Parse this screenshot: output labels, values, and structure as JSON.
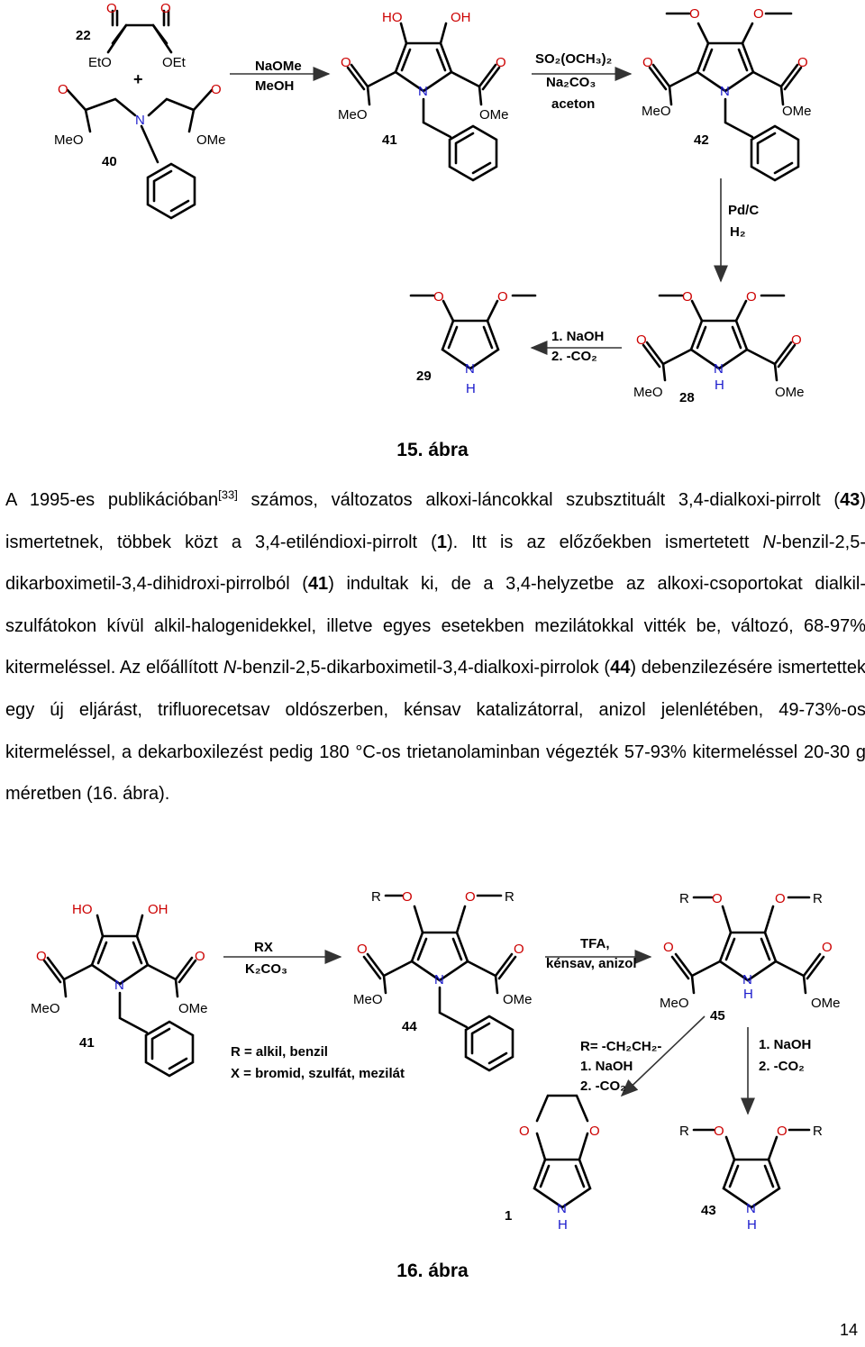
{
  "scheme15": {
    "caption": "15. ábra",
    "compounds": {
      "c22": "22",
      "c40": "40",
      "c41": "41",
      "c42": "42",
      "c28": "28",
      "c29": "29"
    },
    "atoms": {
      "O": "O",
      "N": "N",
      "H": "H",
      "HO": "HO",
      "OH": "OH",
      "MeO": "MeO",
      "OMe": "OMe",
      "EtO": "EtO",
      "OEt": "OEt",
      "plus": "+"
    },
    "reagents": {
      "step1_line1": "NaOMe",
      "step1_line2": "MeOH",
      "step2_line1": "SO₂(OCH₃)₂",
      "step2_line2": "Na₂CO₃",
      "step2_line3": "aceton",
      "step3_line1": "Pd/C",
      "step3_line2": "H₂",
      "step4_line1": "1. NaOH",
      "step4_line2": "2. -CO₂"
    }
  },
  "paragraph": {
    "p1": "A 1995-es publikációban",
    "ref": "[33]",
    "p2": " számos, változatos alkoxi-láncokkal szubsztituált 3,4-dialkoxi-pirrolt (",
    "b43": "43",
    "p3": ") ismertetnek, többek közt a 3,4-etiléndioxi-pirrolt (",
    "b1": "1",
    "p4": "). Itt is az előzőekben ismertetett ",
    "i1": "N",
    "p5": "-benzil-2,5-dikarboximetil-3,4-dihidroxi-pirrolból (",
    "b41": "41",
    "p6": ") indultak ki, de a 3,4-helyzetbe az alkoxi-csoportokat dialkil-szulfátokon kívül alkil-halogenidekkel, illetve egyes esetekben mezilátokkal vitték be, változó, 68-97% kitermeléssel. Az előállított ",
    "i2": "N",
    "p7": "-benzil-2,5-dikarboximetil-3,4-dialkoxi-pirrolok (",
    "b44": "44",
    "p8": ") debenzilezésére ismertettek egy új eljárást, trifluorecetsav oldószerben, kénsav katalizátorral, anizol jelenlétében, 49-73%-os kitermeléssel, a dekarboxilezést pedig 180 °C-os trietanolaminban végezték 57-93% kitermeléssel 20-30 g méretben (16. ábra)."
  },
  "scheme16": {
    "caption": "16. ábra",
    "compounds": {
      "c41": "41",
      "c44": "44",
      "c45": "45",
      "c1": "1",
      "c43": "43"
    },
    "atoms": {
      "O": "O",
      "N": "N",
      "H": "H",
      "R": "R",
      "HO": "HO",
      "OH": "OH",
      "MeO": "MeO",
      "OMe": "OMe"
    },
    "reagents": {
      "step1_line1": "RX",
      "step1_line2": "K₂CO₃",
      "step2_line1": "TFA,",
      "step2_line2": "kénsav, anizol",
      "note1": "R = alkil, benzil",
      "note2": "X = bromid, szulfát, mezilát",
      "left_line1": "R= -CH₂CH₂-",
      "left_line2": "1. NaOH",
      "left_line3": "2. -CO₂",
      "down_line1": "1. NaOH",
      "down_line2": "2. -CO₂"
    }
  },
  "page_number": "14"
}
